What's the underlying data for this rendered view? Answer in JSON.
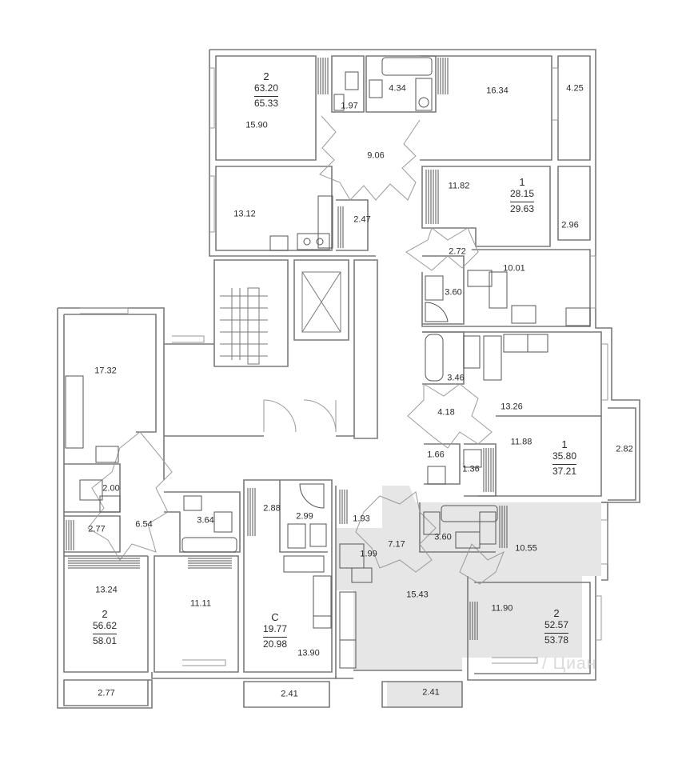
{
  "rooms": [
    {
      "id": "r1",
      "area": "15.90"
    },
    {
      "id": "r2",
      "area": "1.97"
    },
    {
      "id": "r3",
      "area": "4.34"
    },
    {
      "id": "r4",
      "area": "16.34"
    },
    {
      "id": "r5",
      "area": "4.25"
    },
    {
      "id": "r6",
      "area": "9.06"
    },
    {
      "id": "r7",
      "area": "13.12"
    },
    {
      "id": "r8",
      "area": "2.47"
    },
    {
      "id": "r9",
      "area": "11.82"
    },
    {
      "id": "r10",
      "area": "2.96"
    },
    {
      "id": "r11",
      "area": "2.72"
    },
    {
      "id": "r12",
      "area": "10.01"
    },
    {
      "id": "r13",
      "area": "3.60"
    },
    {
      "id": "r14",
      "area": "17.32"
    },
    {
      "id": "r15",
      "area": "3.46"
    },
    {
      "id": "r16",
      "area": "4.18"
    },
    {
      "id": "r17",
      "area": "13.26"
    },
    {
      "id": "r18",
      "area": "11.88"
    },
    {
      "id": "r19",
      "area": "1.66"
    },
    {
      "id": "r20",
      "area": "1.36"
    },
    {
      "id": "r21",
      "area": "2.82"
    },
    {
      "id": "r22",
      "area": "2.00"
    },
    {
      "id": "r23",
      "area": "6.54"
    },
    {
      "id": "r24",
      "area": "2.77"
    },
    {
      "id": "r25",
      "area": "3.64"
    },
    {
      "id": "r26",
      "area": "2.88"
    },
    {
      "id": "r27",
      "area": "2.99"
    },
    {
      "id": "r28",
      "area": "1.93"
    },
    {
      "id": "r29",
      "area": "1.99"
    },
    {
      "id": "r30",
      "area": "7.17"
    },
    {
      "id": "r31",
      "area": "3.60"
    },
    {
      "id": "r32",
      "area": "10.55"
    },
    {
      "id": "r33",
      "area": "15.43"
    },
    {
      "id": "r34",
      "area": "13.24"
    },
    {
      "id": "r35",
      "area": "11.11"
    },
    {
      "id": "r36",
      "area": "13.90"
    },
    {
      "id": "r37",
      "area": "11.90"
    },
    {
      "id": "r38",
      "area": "2.77"
    },
    {
      "id": "r39",
      "area": "2.41"
    },
    {
      "id": "r40",
      "area": "2.41"
    }
  ],
  "apartments": [
    {
      "id": "a1",
      "rooms": "2",
      "living": "63.20",
      "total": "65.33"
    },
    {
      "id": "a2",
      "rooms": "1",
      "living": "28.15",
      "total": "29.63"
    },
    {
      "id": "a3",
      "rooms": "1",
      "living": "35.80",
      "total": "37.21"
    },
    {
      "id": "a4",
      "rooms": "2",
      "living": "56.62",
      "total": "58.01"
    },
    {
      "id": "a5",
      "rooms": "С",
      "living": "19.77",
      "total": "20.98"
    },
    {
      "id": "a6",
      "rooms": "2",
      "living": "52.57",
      "total": "53.78"
    }
  ],
  "highlight_color": "#e6e6e6",
  "watermark": "/ Циан"
}
